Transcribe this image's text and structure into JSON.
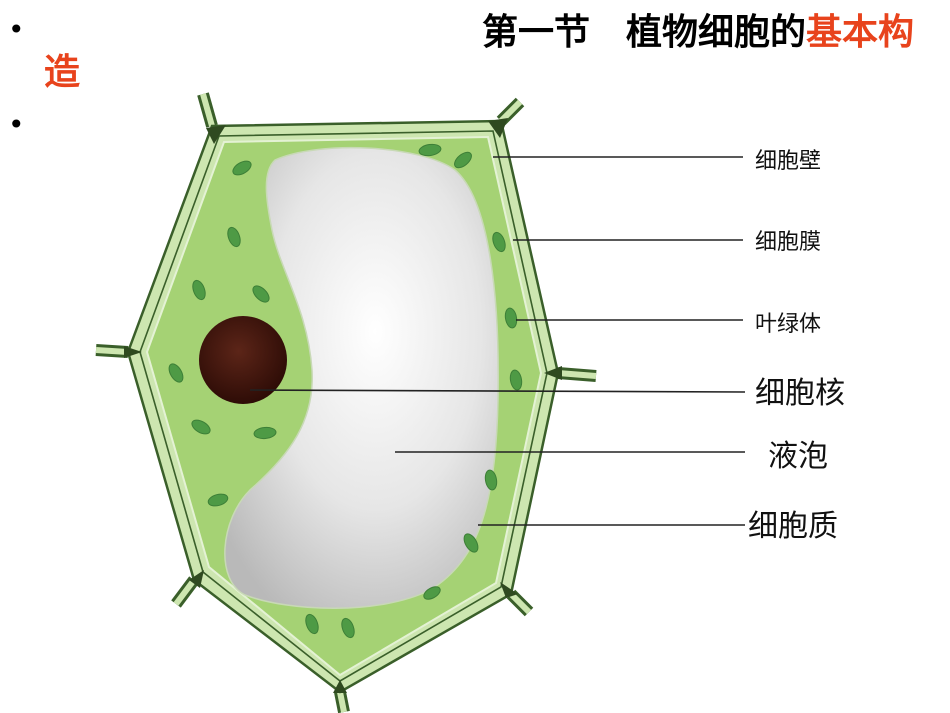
{
  "slide": {
    "bullets": [
      "•",
      "•"
    ],
    "title": {
      "black": "第一节　植物细胞的",
      "red_line1": "基本构",
      "red_line2": "造"
    },
    "colors": {
      "title_accent": "#e8431c",
      "title_text": "#000000",
      "cytoplasm": "#a5d274",
      "cell_wall": "#3a5f2a",
      "wall_fill": "#cde6b0",
      "nucleus": "#3a120a",
      "chloroplast": "#4e9a45",
      "vacuole": "#eeeeee"
    }
  },
  "diagram": {
    "labels": {
      "cell_wall": "细胞壁",
      "cell_membrane": "细胞膜",
      "chloroplast": "叶绿体",
      "nucleus": "细胞核",
      "vacuole": "液泡",
      "cytoplasm": "细胞质"
    }
  }
}
